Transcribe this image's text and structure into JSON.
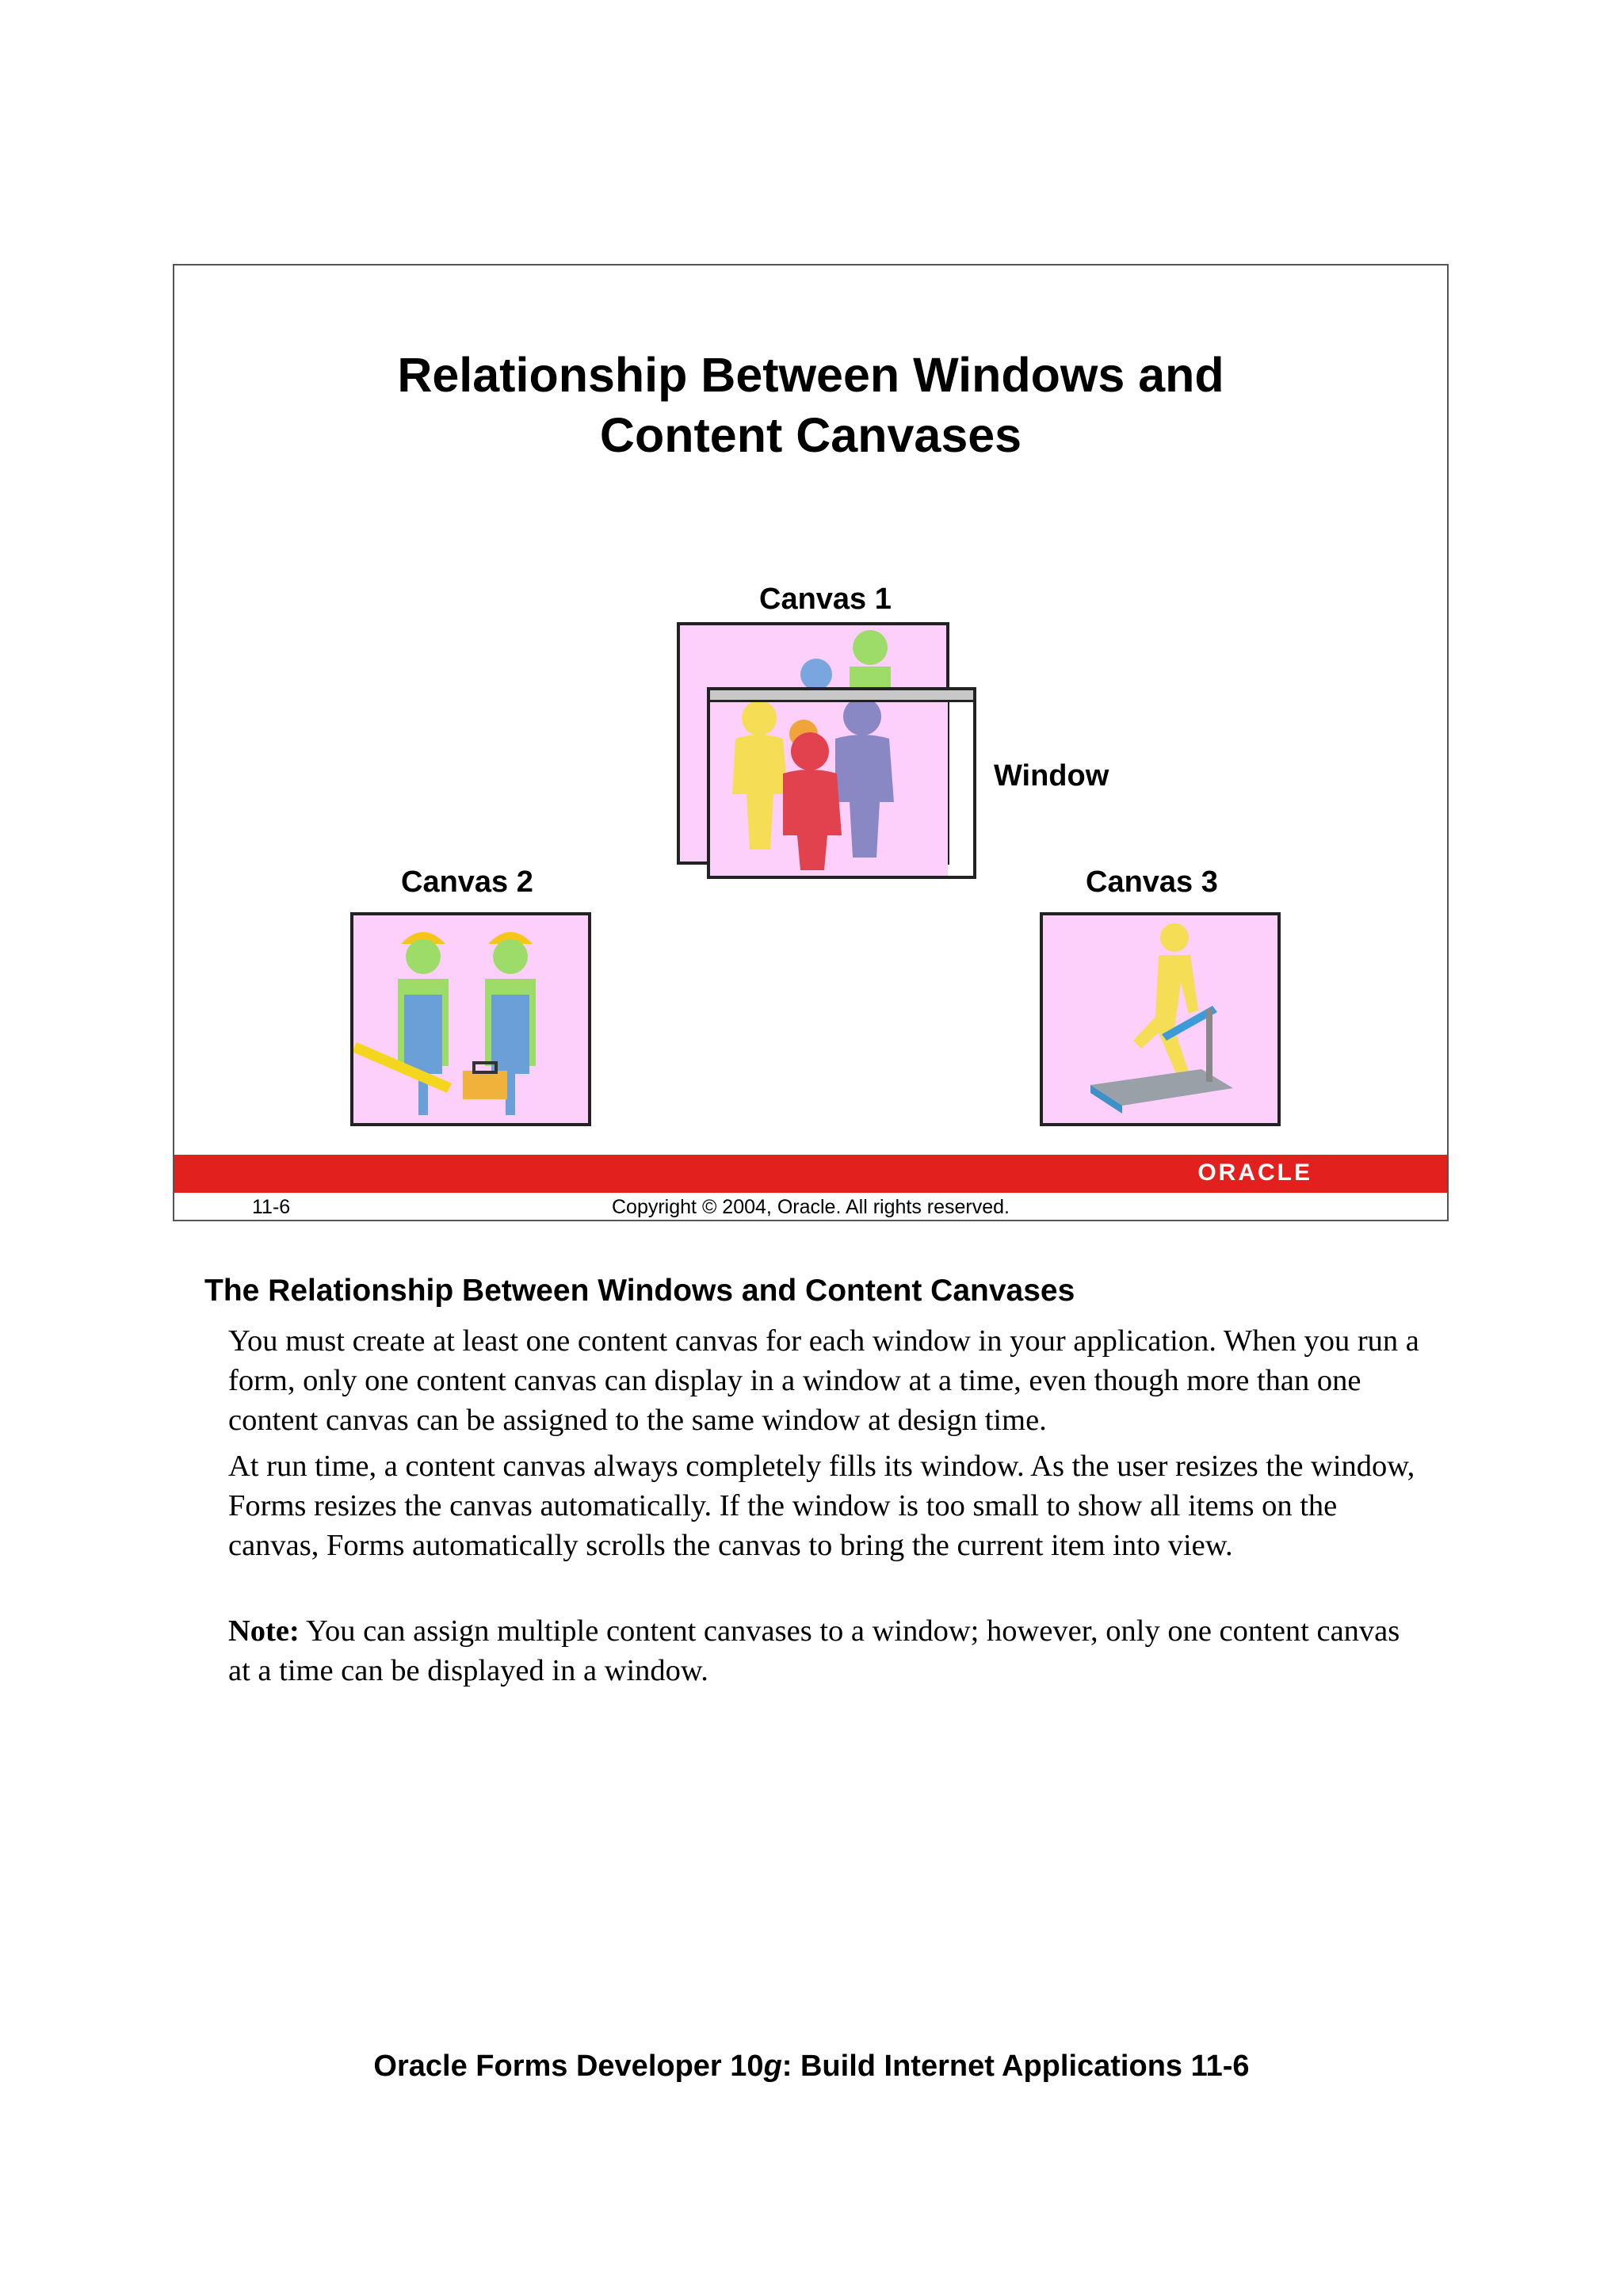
{
  "slide": {
    "title_line1": "Relationship Between Windows and",
    "title_line2": "Content Canvases",
    "labels": {
      "canvas1": "Canvas 1",
      "window": "Window",
      "canvas2": "Canvas 2",
      "canvas3": "Canvas 3"
    },
    "logo": "ORACLE",
    "slide_number": "11-6",
    "copyright": "Copyright © 2004, Oracle.  All rights reserved.",
    "colors": {
      "canvas_fill": "#fdd0fb",
      "brand_red": "#e2201e"
    }
  },
  "notes": {
    "heading": "The Relationship Between Windows and Content Canvases",
    "para1": "You must create at least one content canvas for each window in your application. When you run a form, only one content canvas can display in a window at a time, even though more than one content canvas can be assigned to the same window at design time.",
    "para2": "At run time, a content canvas always completely fills its window. As the user resizes the window, Forms resizes the canvas automatically. If the window is too small to show all items on the canvas, Forms automatically scrolls the canvas to bring the current item into view.",
    "note_label": "Note:",
    "note_text": " You can assign multiple content canvases to a window; however, only one content canvas at a time can be displayed in a window."
  },
  "footer": {
    "prefix": "Oracle Forms Developer 10",
    "italic": "g",
    "suffix": ": Build Internet Applications   11-6"
  }
}
